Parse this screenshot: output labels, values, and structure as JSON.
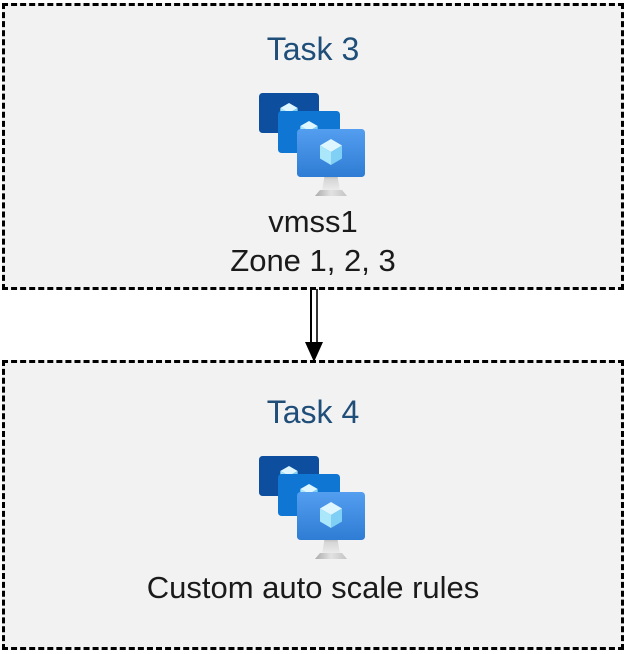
{
  "diagram": {
    "type": "flow-diagram",
    "boxes": [
      {
        "title": "Task 3",
        "icon": "vm-scale-sets-icon",
        "lines": [
          "vmss1",
          "Zone 1, 2, 3"
        ]
      },
      {
        "title": "Task 4",
        "icon": "vm-scale-sets-icon",
        "lines": [
          "Custom auto scale rules"
        ]
      }
    ],
    "connector": {
      "type": "double-line-arrow",
      "direction": "down"
    }
  },
  "colors": {
    "background": "#FFFFFF",
    "box_fill": "#F2F2F2",
    "box_border": "#000000",
    "title_text": "#1F4E79",
    "body_text": "#1A1A1A",
    "monitor_back": "#0D4F9E",
    "monitor_middle": "#0F76D4",
    "monitor_front_top": "#549EF0",
    "monitor_front_bottom": "#2E7CD4",
    "cube_top": "#DDF6FF",
    "cube_left": "#ABE7FA",
    "cube_right": "#7FD0F4",
    "stand_gray": "#C9C9C9",
    "arrow": "#000000"
  }
}
